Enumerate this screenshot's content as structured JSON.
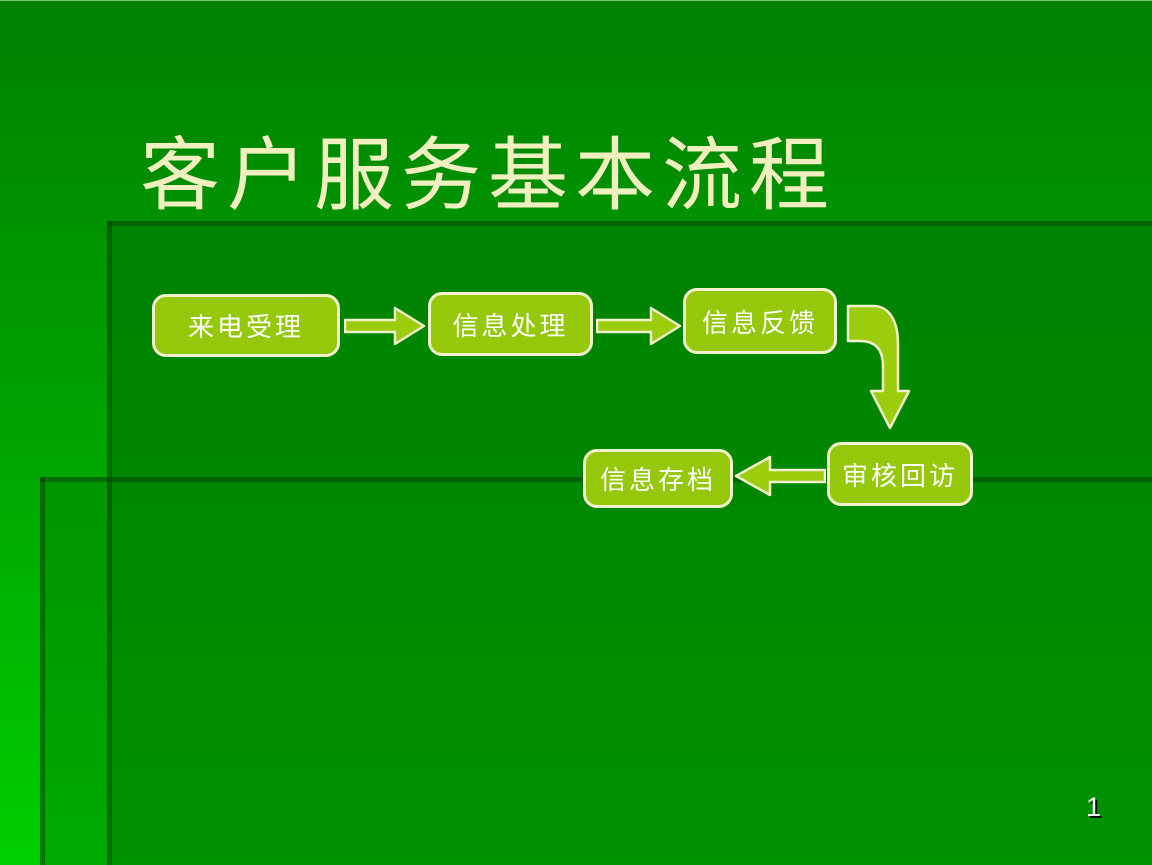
{
  "slide": {
    "title": "客户服务基本流程",
    "page_number": "1"
  },
  "flowchart": {
    "boxes": [
      {
        "id": "box-1",
        "label": "来电受理"
      },
      {
        "id": "box-2",
        "label": "信息处理"
      },
      {
        "id": "box-3",
        "label": "信息反馈"
      },
      {
        "id": "box-4",
        "label": "审核回访"
      },
      {
        "id": "box-5",
        "label": "信息存档"
      }
    ],
    "connections": [
      {
        "from": "来电受理",
        "to": "信息处理",
        "type": "block-arrow-right"
      },
      {
        "from": "信息处理",
        "to": "信息反馈",
        "type": "block-arrow-right"
      },
      {
        "from": "信息反馈",
        "to": "审核回访",
        "type": "curved-arrow-down"
      },
      {
        "from": "审核回访",
        "to": "信息存档",
        "type": "block-arrow-left"
      }
    ]
  },
  "colors": {
    "background_top": "#008000",
    "background_bottom": "#00ce00",
    "title_text": "#f0efc0",
    "box_fill": "#95c80a",
    "box_border": "#f2f2cc",
    "box_text": "#ffffff",
    "arrow_fill": "#9bcd0c",
    "arrow_border": "#f2f2cc",
    "page_number_color": "#ffffff"
  }
}
